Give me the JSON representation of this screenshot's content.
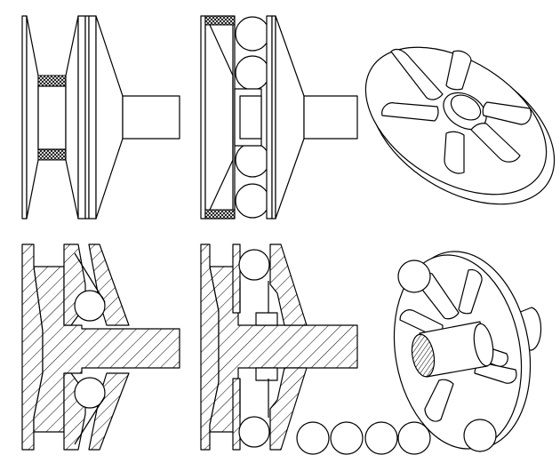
{
  "figure": {
    "background": "#ffffff",
    "line_color": "#000000",
    "panels": [
      {
        "id": "belt-pulley-exterior",
        "row": 1,
        "col": 1
      },
      {
        "id": "roller-pulley-exterior",
        "row": 1,
        "col": 2
      },
      {
        "id": "ramp-plate-isometric",
        "row": 1,
        "col": 3
      },
      {
        "id": "belt-pulley-section",
        "row": 2,
        "col": 1
      },
      {
        "id": "roller-pulley-section",
        "row": 2,
        "col": 2
      },
      {
        "id": "ramp-plate-with-rollers-isometric",
        "row": 2,
        "col": 3
      }
    ],
    "loose_rollers": 4
  }
}
